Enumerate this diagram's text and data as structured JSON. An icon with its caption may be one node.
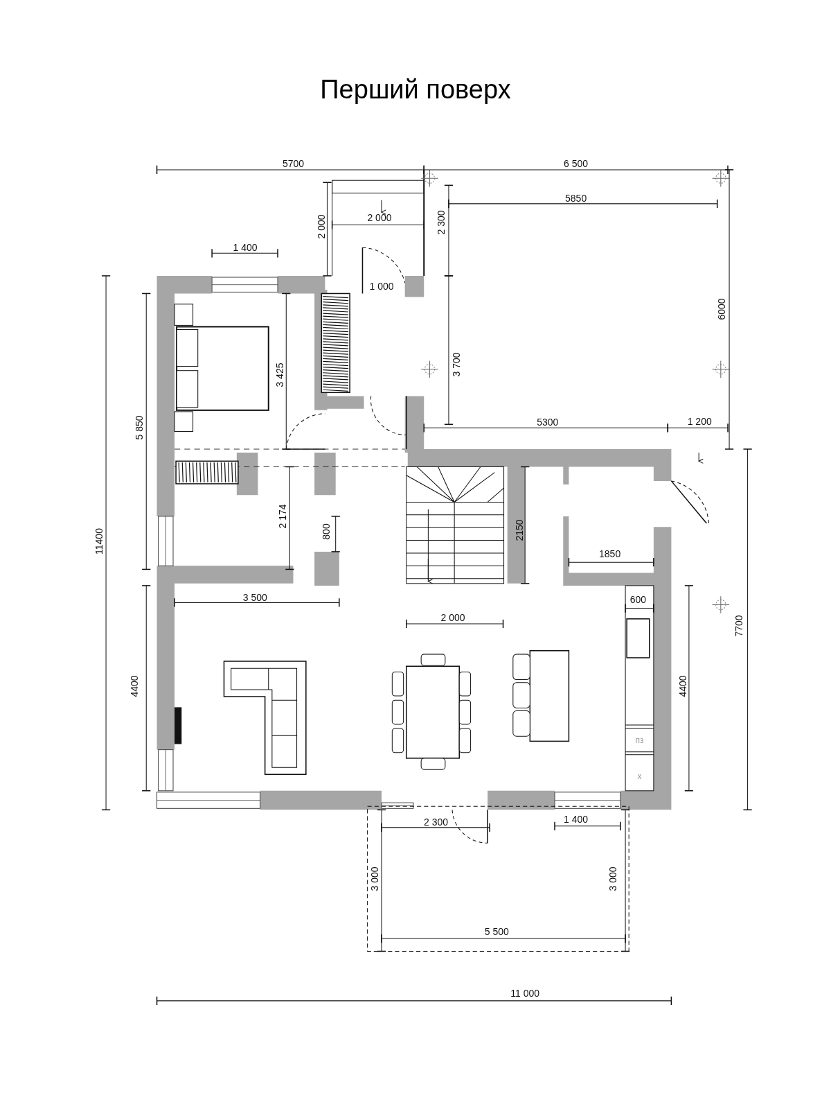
{
  "diagram": {
    "title": "Перший поверх",
    "labels": [
      "5700",
      "6 500",
      "5850",
      "2 000",
      "2 000",
      "2 300",
      "1 400",
      "1 000",
      "6000",
      "3 425",
      "3 700",
      "5 850",
      "5300",
      "1 200",
      "2 174",
      "800",
      "2150",
      "11400",
      "1850",
      "3 500",
      "600",
      "2 000",
      "7700",
      "4400",
      "4400",
      "пз",
      "х",
      "2 300",
      "1 400",
      "3 000",
      "3 000",
      "5 500",
      "11 000"
    ]
  }
}
